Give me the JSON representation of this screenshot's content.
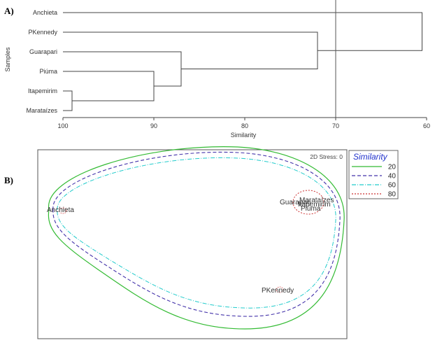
{
  "panel_a_label": "A)",
  "panel_b_label": "B)",
  "chart_data": [
    {
      "type": "dendrogram",
      "ylabel": "Samples",
      "xlabel": "Similarity",
      "xlim": [
        100,
        60
      ],
      "xticks": [
        100,
        90,
        80,
        70,
        60
      ],
      "leaves": [
        "Anchieta",
        "PKennedy",
        "Guarapari",
        "Piúma",
        "Itapemirim",
        "Marataízes"
      ],
      "merges": [
        {
          "left": "Itapemirim",
          "right": "Marataízes",
          "similarity": 99
        },
        {
          "left": "Piúma",
          "right": "Itapemirim+Marataízes",
          "similarity": 90
        },
        {
          "left": "Guarapari",
          "right": "Piúma+Itapemirim+Marataízes",
          "similarity": 87
        },
        {
          "left": "PKennedy",
          "right": "Guarapari+Piúma+Itapemirim+Marataízes",
          "similarity": 72
        },
        {
          "left": "Anchieta",
          "right": "PKennedy+Guarapari+Piúma+Itapemirim+Marataízes",
          "similarity": 60.5
        }
      ],
      "cut_line": 70
    },
    {
      "type": "scatter",
      "stress_label": "2D Stress: 0",
      "points": [
        {
          "name": "Anchieta",
          "x": -1.0,
          "y": 0.3
        },
        {
          "name": "Guarapari",
          "x": 0.62,
          "y": 0.35
        },
        {
          "name": "Marataízes",
          "x": 0.72,
          "y": 0.37
        },
        {
          "name": "Itapemirim",
          "x": 0.7,
          "y": 0.35
        },
        {
          "name": "Piúma",
          "x": 0.71,
          "y": 0.33
        },
        {
          "name": "PKennedy",
          "x": 0.35,
          "y": -0.55
        }
      ],
      "legend": {
        "title": "Similarity",
        "entries": [
          {
            "label": "20",
            "color": "#33bb33",
            "dash": "solid"
          },
          {
            "label": "40",
            "color": "#4433aa",
            "dash": "dashed"
          },
          {
            "label": "60",
            "color": "#22cccc",
            "dash": "dashdot"
          },
          {
            "label": "80",
            "color": "#cc3333",
            "dash": "dotted"
          }
        ]
      }
    }
  ]
}
